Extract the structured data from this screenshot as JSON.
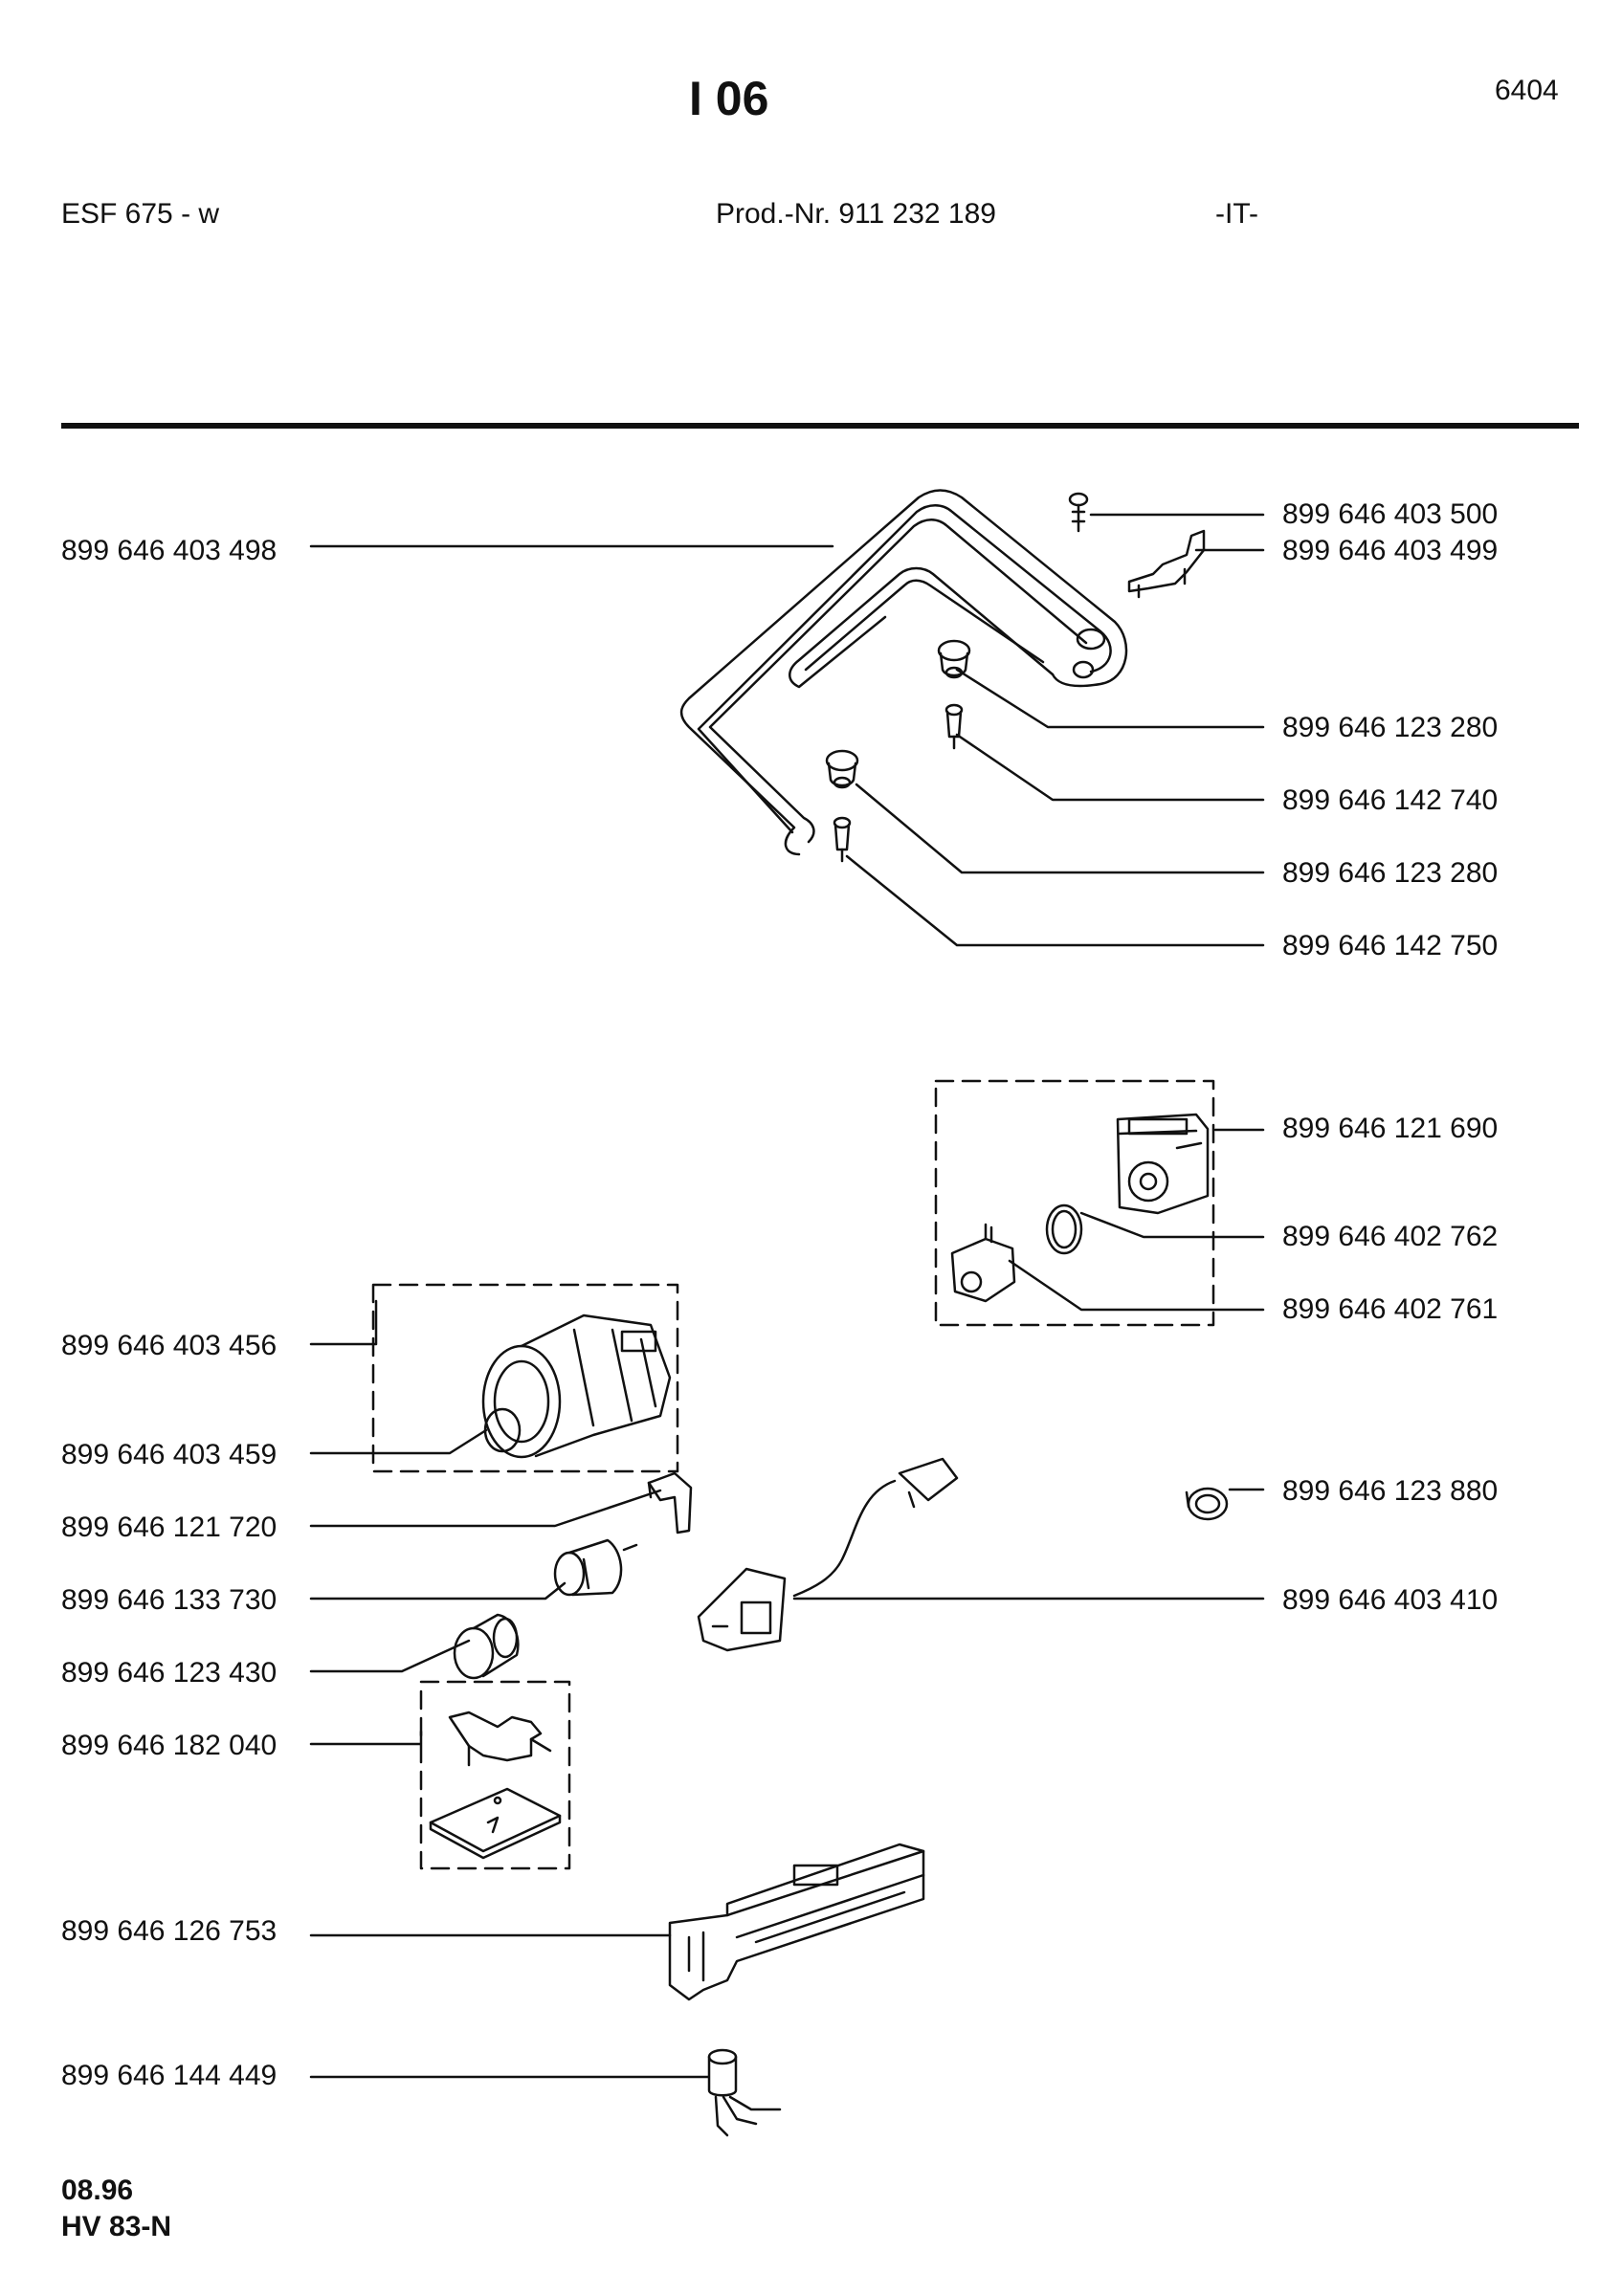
{
  "header": {
    "title": "I 06",
    "code": "6404",
    "model": "ESF 675 - w",
    "prod_nr": "Prod.-Nr. 911 232 189",
    "country": "-IT-"
  },
  "parts": [
    {
      "number": "899 646 403 498",
      "side": "left"
    },
    {
      "number": "899 646 403 500",
      "side": "right"
    },
    {
      "number": "899 646 403 499",
      "side": "right"
    },
    {
      "number": "899 646 123 280",
      "side": "right"
    },
    {
      "number": "899 646 142 740",
      "side": "right"
    },
    {
      "number": "899 646 123 280",
      "side": "right"
    },
    {
      "number": "899 646 142 750",
      "side": "right"
    },
    {
      "number": "899 646 121 690",
      "side": "right"
    },
    {
      "number": "899 646 402 762",
      "side": "right"
    },
    {
      "number": "899 646 402 761",
      "side": "right"
    },
    {
      "number": "899 646 403 456",
      "side": "left"
    },
    {
      "number": "899 646 403 459",
      "side": "left"
    },
    {
      "number": "899 646 123 880",
      "side": "right"
    },
    {
      "number": "899 646 121 720",
      "side": "left"
    },
    {
      "number": "899 646 133 730",
      "side": "left"
    },
    {
      "number": "899 646 403 410",
      "side": "right"
    },
    {
      "number": "899 646 123 430",
      "side": "left"
    },
    {
      "number": "899 646 182 040",
      "side": "left"
    },
    {
      "number": "899 646 126 753",
      "side": "left"
    },
    {
      "number": "899 646 144 449",
      "side": "left"
    }
  ],
  "footer": {
    "date": "08.96",
    "ref": "HV 83-N"
  }
}
